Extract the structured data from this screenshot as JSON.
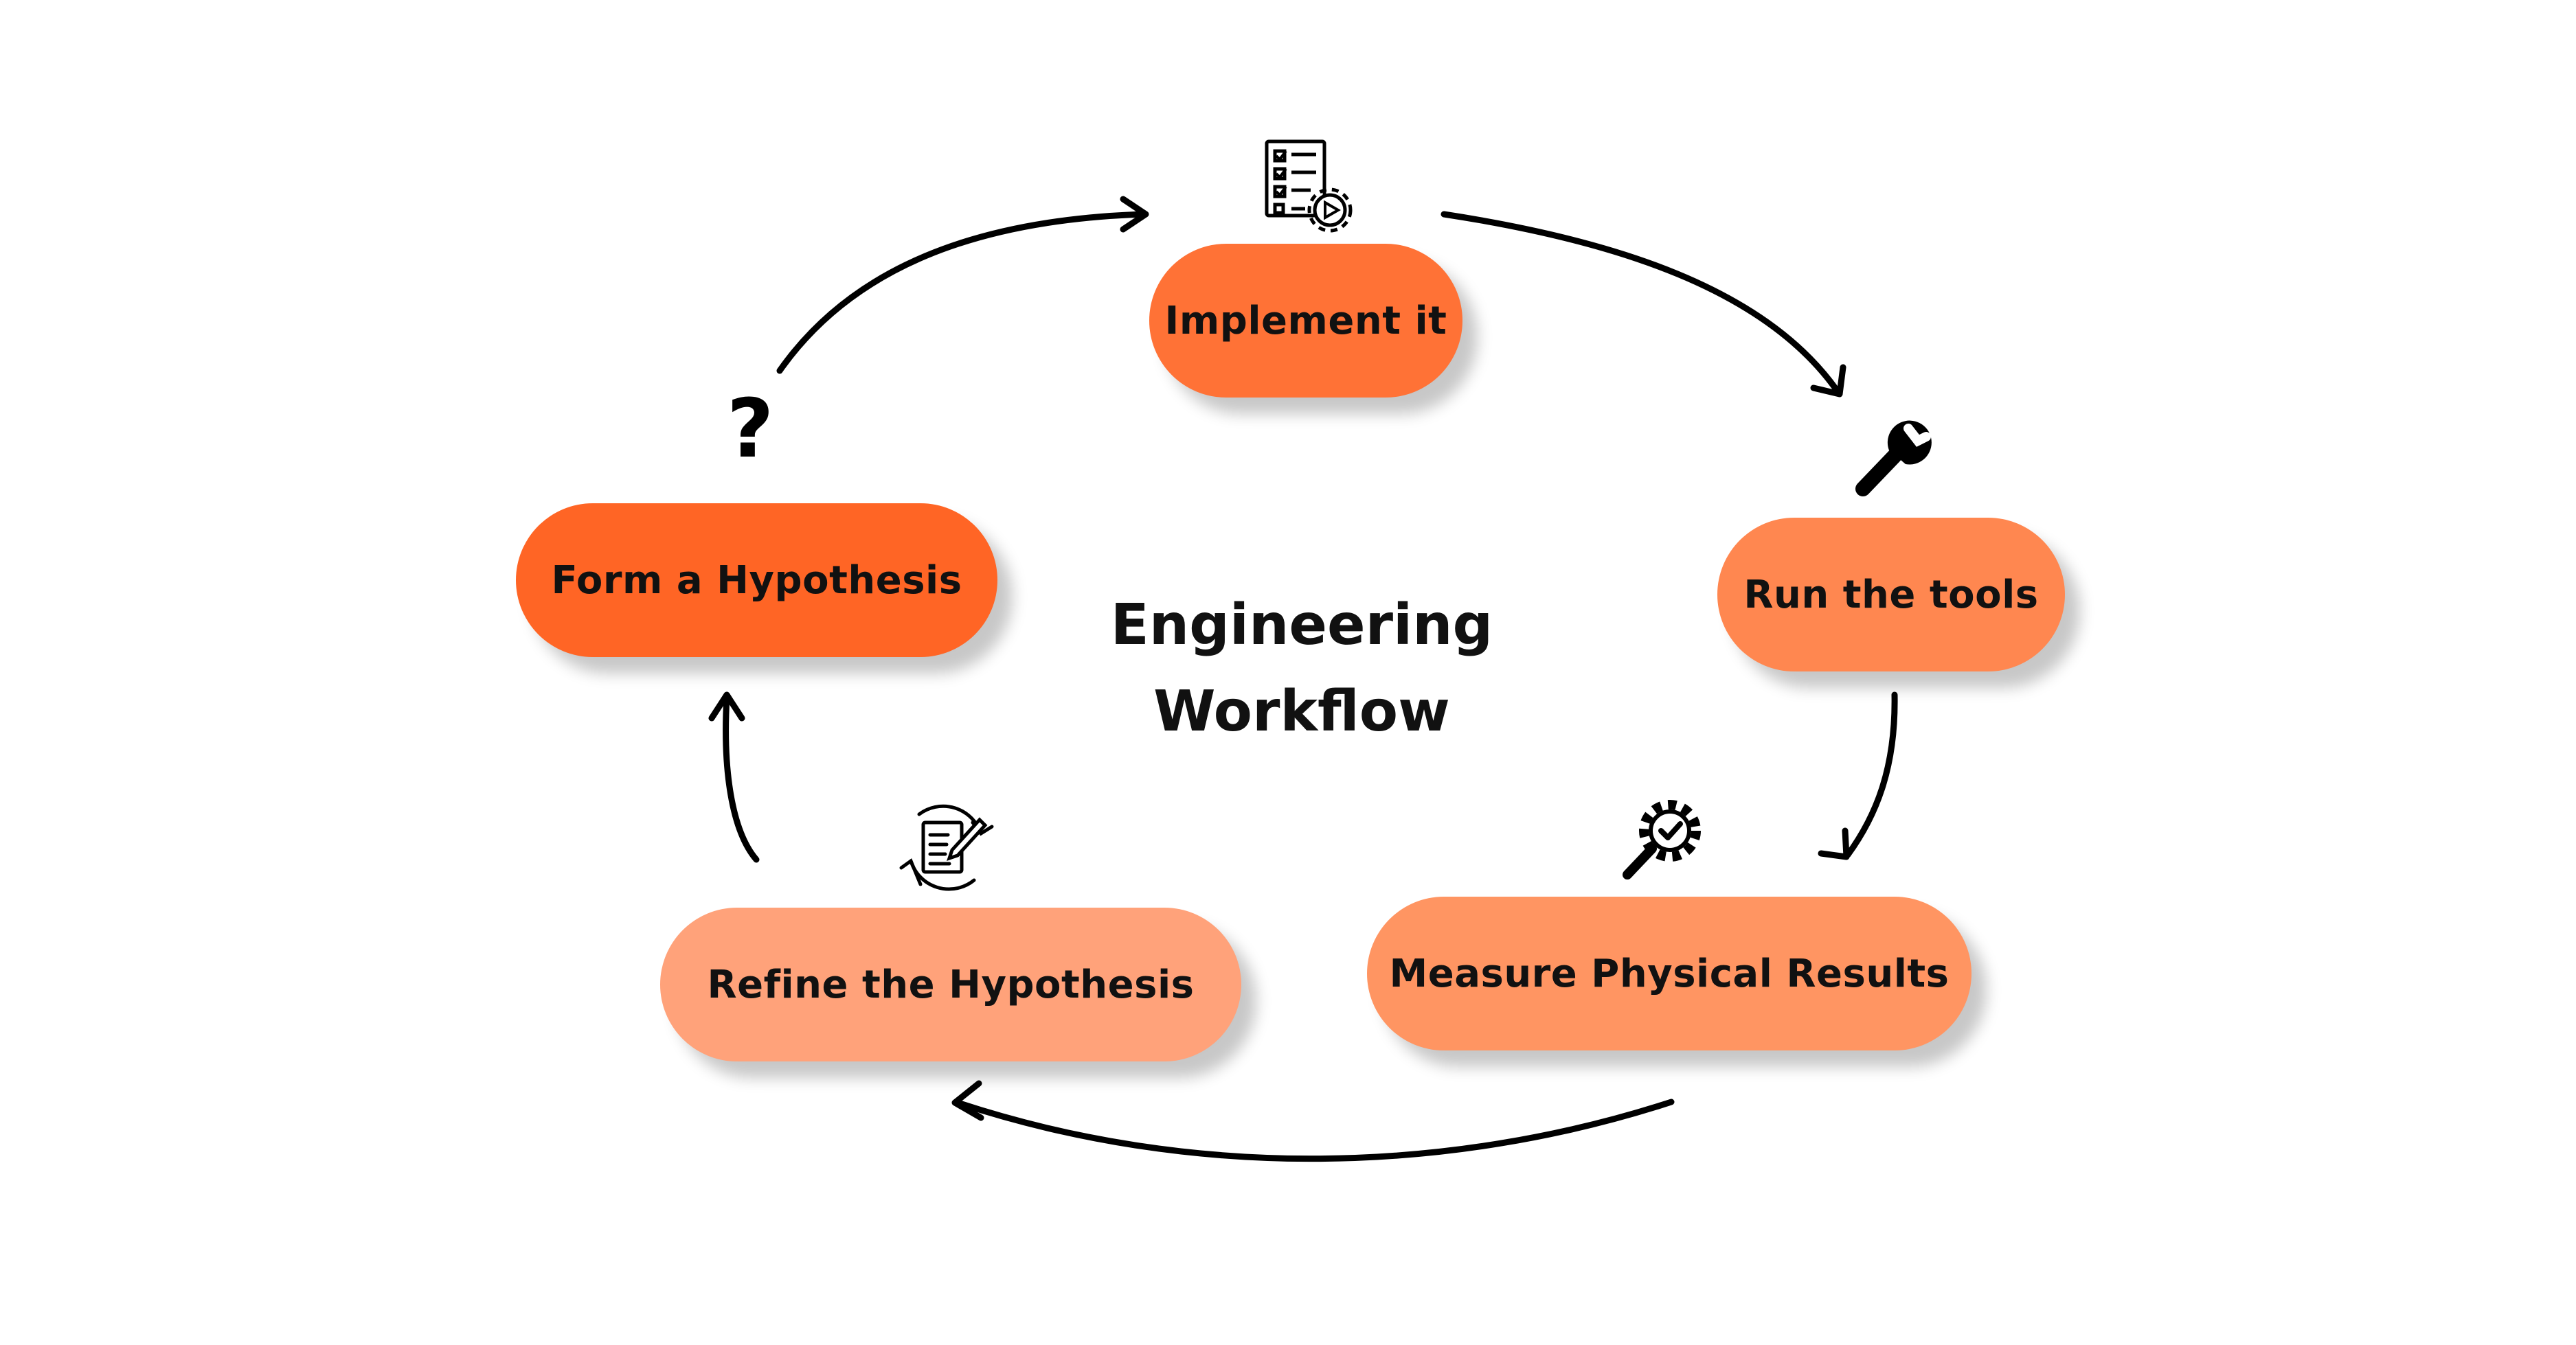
{
  "title": {
    "line1": "Engineering",
    "line2": "Workflow"
  },
  "steps": [
    {
      "id": "implement",
      "label": "Implement it",
      "color": "#FF7236",
      "icon": "checklist-play-gear-icon"
    },
    {
      "id": "run",
      "label": "Run the tools",
      "color": "#FF8750",
      "icon": "wrench-icon"
    },
    {
      "id": "measure",
      "label": "Measure Physical Results",
      "color": "#FF9562",
      "icon": "magnifier-gear-check-icon"
    },
    {
      "id": "refine",
      "label": "Refine the Hypothesis",
      "color": "#FFA27A",
      "icon": "document-pencil-refresh-icon"
    },
    {
      "id": "form",
      "label": "Form a Hypothesis",
      "color": "#FF6525",
      "icon": "question-mark-icon"
    }
  ],
  "colors": {
    "arrow": "#000000",
    "text": "#111111",
    "background": "#FFFFFF"
  }
}
